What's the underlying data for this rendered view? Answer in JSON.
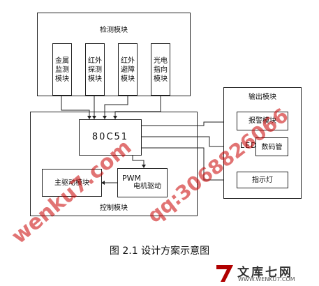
{
  "diagram": {
    "detect_module": {
      "title": "检测模块",
      "items": [
        [
          "金属",
          "监测",
          "模块"
        ],
        [
          "红外",
          "探测",
          "模块"
        ],
        [
          "红外",
          "避障",
          "模块"
        ],
        [
          "光电",
          "指向",
          "模块"
        ]
      ]
    },
    "control_module": {
      "title": "控制模块",
      "mcu": "80C51",
      "motor_driver": {
        "prefix": "PWM",
        "label": "电机驱动"
      },
      "main_motor": "主驱动模块"
    },
    "output_module": {
      "title": "输出模块",
      "alarm": "报警模块",
      "led_prefix": "LED",
      "led_label": "数码管",
      "indicator": "指示灯"
    },
    "caption": "图 2.1   设计方案示意图"
  },
  "watermark": {
    "text_1": "wenku7.com",
    "text_2": "qq:3068826066",
    "brand_cn": "文库七网",
    "brand_url": "WWW.WENKU7.COM"
  },
  "colors": {
    "watermark": "#c80000",
    "line": "#222222"
  }
}
